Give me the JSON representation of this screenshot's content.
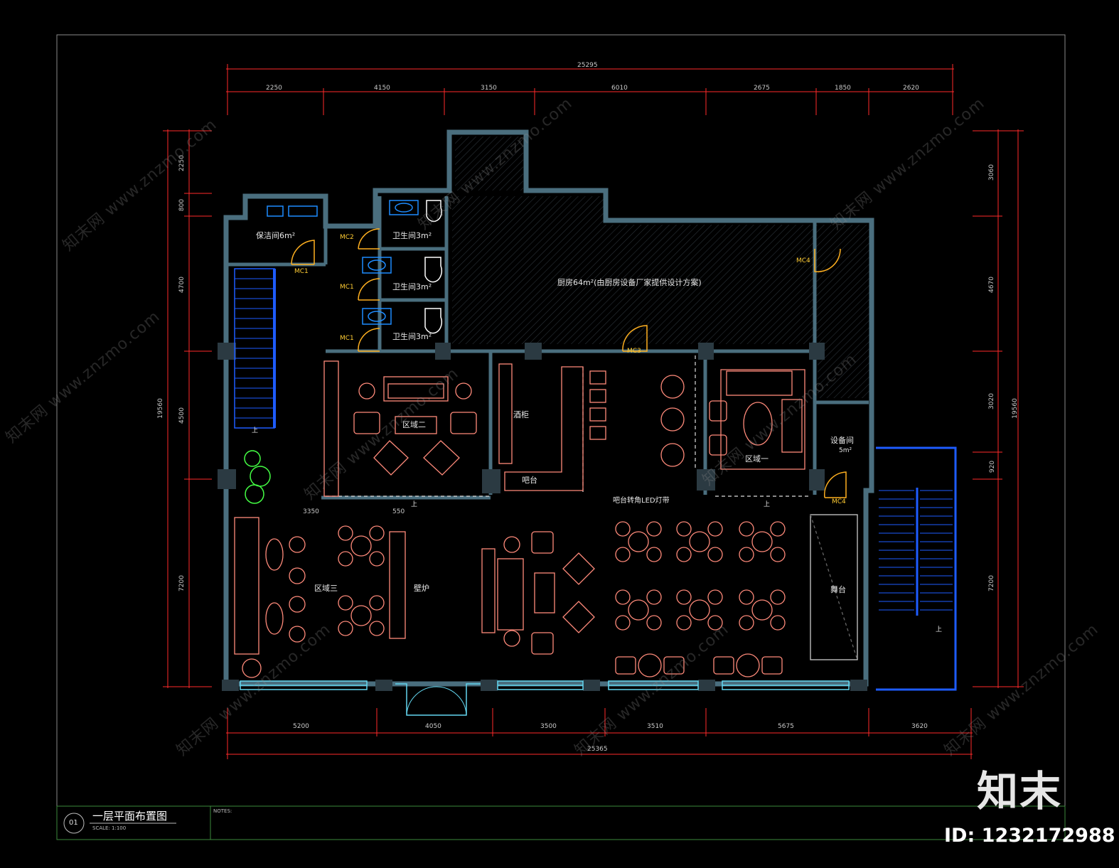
{
  "drawing": {
    "title": "一层平面布置图",
    "number": "01",
    "scale": "SCALE: 1:100",
    "sheet_note": "NOTES:"
  },
  "dimensions": {
    "top_total": "25295",
    "top_segments": [
      "2250",
      "4150",
      "3150",
      "6010",
      "2675",
      "1850",
      "2620"
    ],
    "bottom_total": "25365",
    "bottom_segments": [
      "5200",
      "4050",
      "3500",
      "3510",
      "5675",
      "3620"
    ],
    "left_total": "19560",
    "left_segments": [
      "2250",
      "800",
      "4700",
      "4500",
      "7200"
    ],
    "right_total": "19560",
    "right_segments": [
      "3060",
      "4670",
      "3020",
      "920",
      "7200"
    ],
    "inner": [
      "3350",
      "550"
    ]
  },
  "rooms": {
    "cleaning": "保洁间6m²",
    "wc1": "卫生间3m²",
    "wc2": "卫生间3m²",
    "wc3": "卫生间3m²",
    "kitchen": "厨房64m²(由厨房设备厂家提供设计方案)",
    "zone2": "区域二",
    "wine": "酒柜",
    "bar": "吧台",
    "zone1": "区域一",
    "equipment": "设备间",
    "equipment_area": "5m²",
    "zone3": "区域三",
    "fireplace": "壁炉",
    "stage": "舞台",
    "bar_note": "吧台转角LED灯带",
    "up_left": "上",
    "up_zone2": "上",
    "up_zone1": "上",
    "up_stair": "上"
  },
  "doors": {
    "mc2": "MC2",
    "mc1": "MC1",
    "mc4": "MC4",
    "mc3": "MC3"
  },
  "watermark": "知末网 www.znzmo.com",
  "brand": "知末",
  "image_id": "ID: 1232172988",
  "colors": {
    "background": "#000000",
    "wall": "#4a6e7e",
    "wall_fill": "#0c1418",
    "dimension": "#ff2a2a",
    "furniture": "#ff8a7a",
    "door": "#ffb020",
    "stair": "#1e5cff",
    "window": "#63d6ef",
    "frame": "#9a9a9a",
    "fixture": "#1e8cff",
    "plant": "#44ff44"
  }
}
